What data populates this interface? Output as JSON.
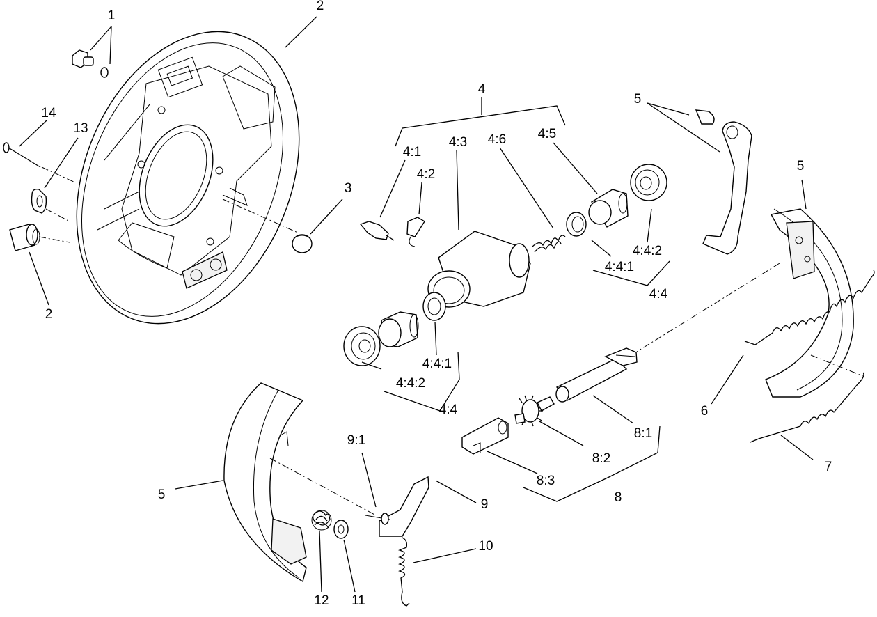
{
  "labels": {
    "l1": "1",
    "l2_top": "2",
    "l2_bottom": "2",
    "l3": "3",
    "l4": "4",
    "l4_1": "4:1",
    "l4_2": "4:2",
    "l4_3": "4:3",
    "l4_6": "4:6",
    "l4_5": "4:5",
    "l4_4_2_right": "4:4:2",
    "l4_4_1_right": "4:4:1",
    "l4_4_right": "4:4",
    "l4_4_1_left": "4:4:1",
    "l4_4_2_left": "4:4:2",
    "l4_4_left": "4:4",
    "l5_top": "5",
    "l5_right": "5",
    "l5_left": "5",
    "l6": "6",
    "l7": "7",
    "l8": "8",
    "l8_1": "8:1",
    "l8_2": "8:2",
    "l8_3": "8:3",
    "l9": "9",
    "l9_1": "9:1",
    "l10": "10",
    "l11": "11",
    "l12": "12",
    "l13": "13",
    "l14": "14"
  }
}
